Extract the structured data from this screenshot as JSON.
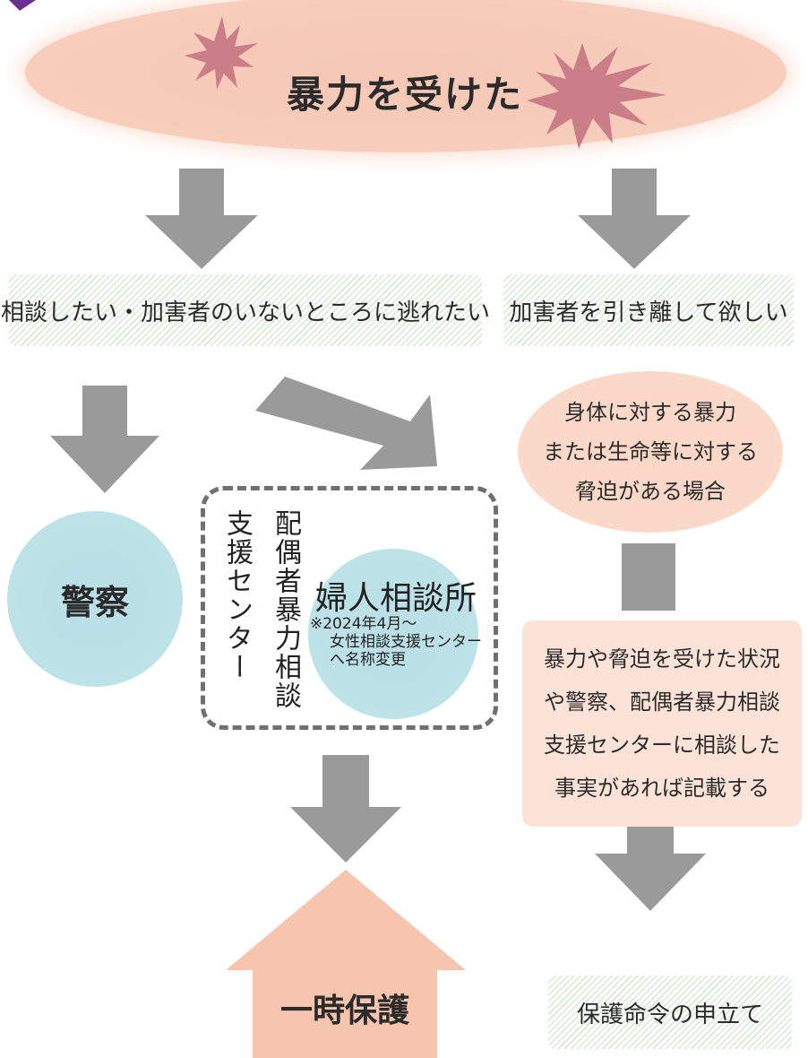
{
  "header": {
    "title": "暴力を受けた"
  },
  "left_branch": {
    "label": "相談したい・加害者のいないところに逃れたい"
  },
  "right_branch": {
    "label": "加害者を引き離して欲しい"
  },
  "police": {
    "label": "警察"
  },
  "dv_center": {
    "label_col1": "配偶者暴力相談",
    "label_col2": "支援センター"
  },
  "fujin": {
    "title": "婦人相談所",
    "note_line1": "※2024年4月～",
    "note_line2": "女性相談支援センター",
    "note_line3": "へ名称変更"
  },
  "condition": {
    "line1": "身体に対する暴力",
    "line2": "または生命等に対する",
    "line3": "脅迫がある場合"
  },
  "record": {
    "line1": "暴力や脅迫を受けた状況",
    "line2": "や警察、配偶者暴力相談",
    "line3": "支援センターに相談した",
    "line4": "事実があれば記載する"
  },
  "shelter": {
    "label": "一時保護"
  },
  "order": {
    "label": "保護命令の申立て"
  },
  "colors": {
    "arrow": "#9a9a9a",
    "peach": "#f8cdbb",
    "burst": "#cc7e88",
    "circle": "#bde2e8",
    "hatch": "#d6ead1",
    "house": "#f7c4ad"
  }
}
